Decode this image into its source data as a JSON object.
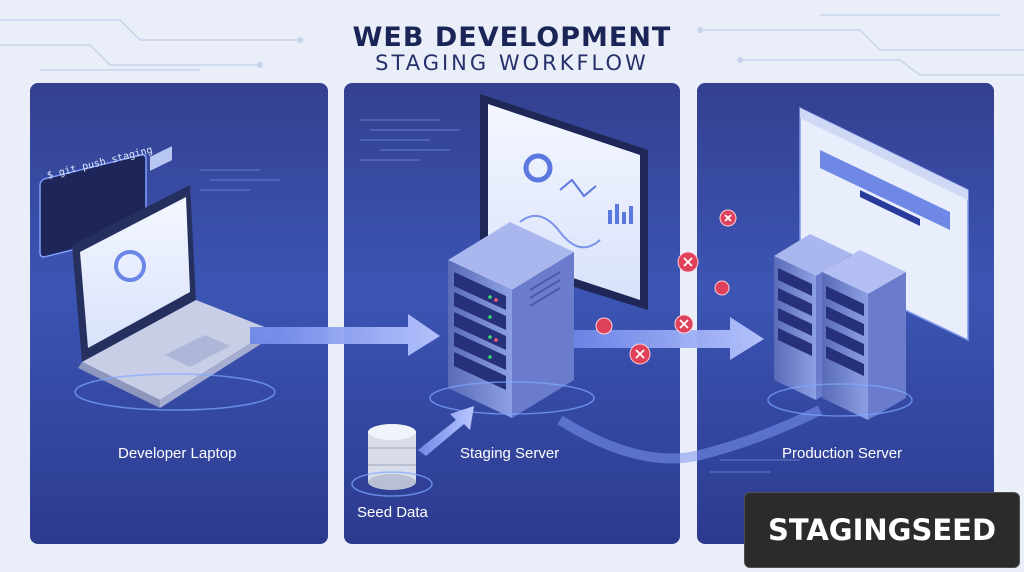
{
  "header": {
    "title": "WEB DEVELOPMENT",
    "subtitle": "STAGING WORKFLOW"
  },
  "panels": [
    {
      "label": "Developer Laptop"
    },
    {
      "label": "Staging Server"
    },
    {
      "label": "Production Server"
    }
  ],
  "terminal": {
    "command": "$ git push staging"
  },
  "seed": {
    "label": "Seed Data"
  },
  "badge": {
    "text": "STAGINGSEED"
  },
  "icons": [
    "laptop-icon",
    "server-rack-icon",
    "database-icon",
    "bug-icon",
    "browser-window-icon",
    "dashboard-monitor-icon"
  ],
  "colors": {
    "title": "#1b2457",
    "panel": "#3c55b4",
    "arrow": "#9fb3ff",
    "bug": "#e0415a"
  }
}
